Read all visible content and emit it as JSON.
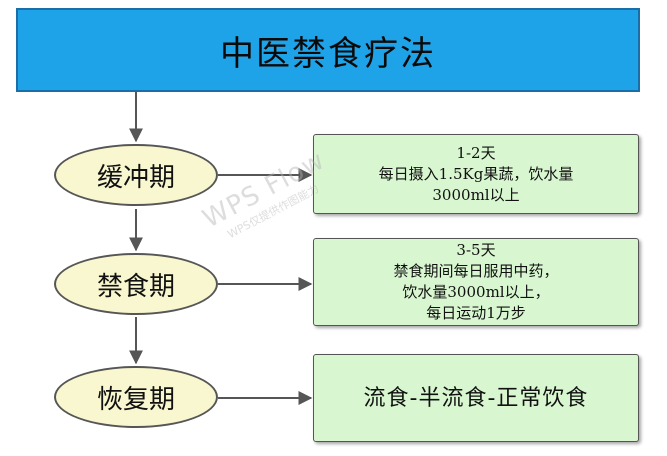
{
  "title": "中医禁食疗法",
  "stages": [
    {
      "name": "缓冲期",
      "detail_lines": [
        "1-2天",
        "每日摄入1.5Kg果蔬，饮水量",
        "3000ml以上"
      ]
    },
    {
      "name": "禁食期",
      "detail_lines": [
        "3-5天",
        "禁食期间每日服用中药，",
        "饮水量3000ml以上，",
        "每日运动1万步"
      ]
    },
    {
      "name": "恢复期",
      "detail_lines": [
        "流食-半流食-正常饮食"
      ]
    }
  ],
  "watermark": {
    "brand": "WPS Flow",
    "note": "WPS仅提供作图能力"
  },
  "colors": {
    "title_fill": "#1fa3e8",
    "oval_fill": "#f9f7cf",
    "card_fill": "#d8f7d0",
    "line": "#565656"
  }
}
